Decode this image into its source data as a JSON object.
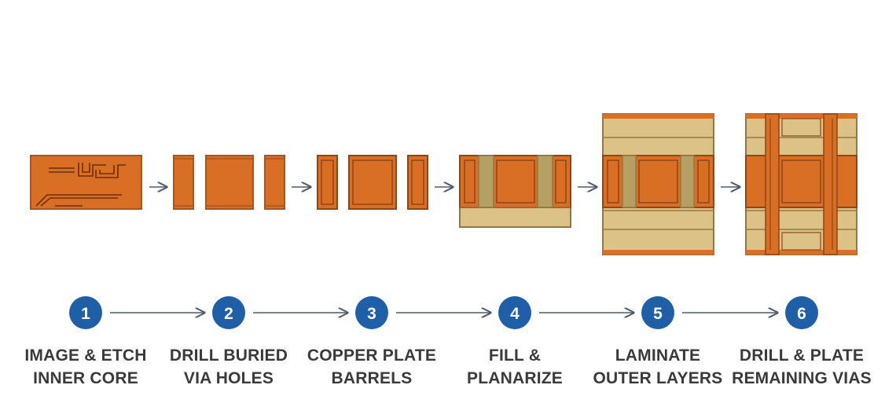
{
  "colors": {
    "copper": "#d96f24",
    "copper_edge": "#a8541a",
    "substrate": "#dcc287",
    "substrate_dark": "#b09a5f",
    "badge": "#1f5fa8",
    "arrow": "#4d5b6b",
    "label": "#3a3a3a"
  },
  "steps": [
    {
      "number": "1",
      "line1": "IMAGE & ETCH",
      "line2": "INNER CORE"
    },
    {
      "number": "2",
      "line1": "DRILL BURIED",
      "line2": "VIA HOLES"
    },
    {
      "number": "3",
      "line1": "COPPER PLATE",
      "line2": "BARRELS"
    },
    {
      "number": "4",
      "line1": "FILL &",
      "line2": "PLANARIZE"
    },
    {
      "number": "5",
      "line1": "LAMINATE",
      "line2": "OUTER LAYERS"
    },
    {
      "number": "6",
      "line1": "DRILL & PLATE",
      "line2": "REMAINING VIAS"
    }
  ]
}
